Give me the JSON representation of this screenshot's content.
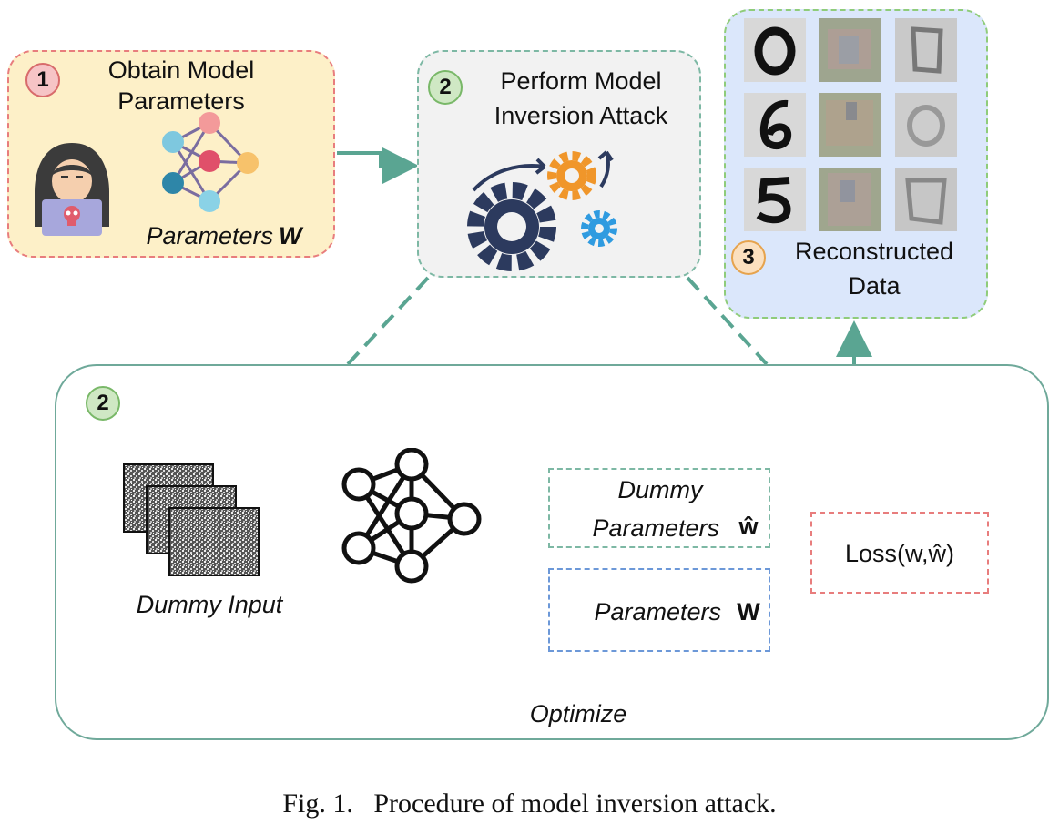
{
  "step1": {
    "badge": "1",
    "title_line1": "Obtain Model",
    "title_line2": "Parameters",
    "params_label": "Parameters",
    "params_symbol": "W"
  },
  "step2_top": {
    "badge": "2",
    "title_line1": "Perform Model",
    "title_line2": "Inversion Attack"
  },
  "step3": {
    "badge": "3",
    "title_line1": "Reconstructed",
    "title_line2": "Data"
  },
  "detail": {
    "badge": "2",
    "dummy_input_label": "Dummy Input",
    "dummy_params_line1": "Dummy",
    "dummy_params_line2": "Parameters",
    "dummy_params_symbol": "ŵ",
    "params_label": "Parameters",
    "params_symbol": "W",
    "loss_label": "Loss(w,ŵ)",
    "optimize_label": "Optimize"
  },
  "caption": "Fig. 1.   Procedure of model inversion attack.",
  "colors": {
    "step1_fill": "#fdf0c8",
    "step1_border": "#e87d7d",
    "step2_fill": "#f2f2f2",
    "step2_border": "#7db8a4",
    "step3_fill": "#dbe7fb",
    "step3_border": "#8fcc7a",
    "teal_arrow": "#5aa592",
    "green_arrow": "#8cc96a",
    "blue_dashed": "#6c98d8",
    "loss_border": "#e87d7d"
  },
  "icons": [
    "hacker-icon",
    "neural-network-icon",
    "gears-icon",
    "reconstructed-image-grid",
    "noise-image-stack-icon",
    "neural-network-outline-icon"
  ]
}
